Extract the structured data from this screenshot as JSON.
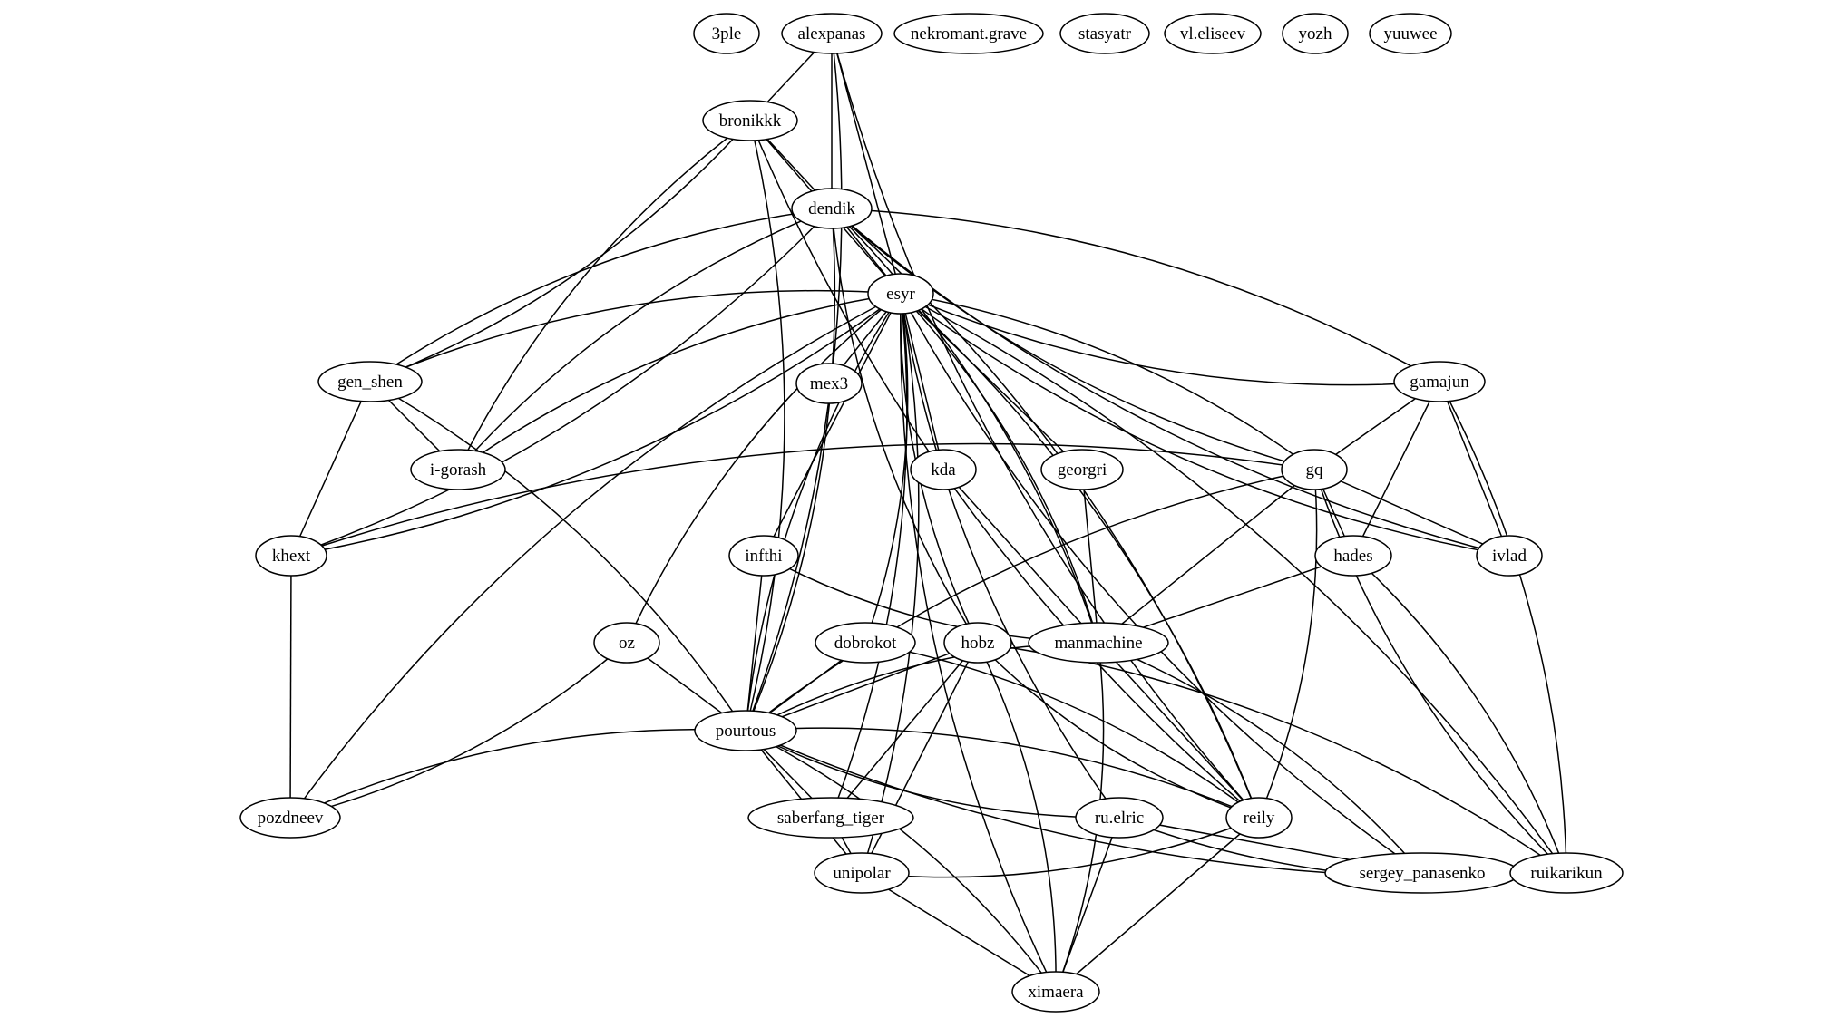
{
  "graph": {
    "type": "undirected",
    "line_color": "#000000",
    "node_fill": "#ffffff",
    "nodes": [
      {
        "id": "3ple",
        "label": "3ple"
      },
      {
        "id": "alexpanas",
        "label": "alexpanas"
      },
      {
        "id": "nekromant",
        "label": "nekromant.grave"
      },
      {
        "id": "stasyatr",
        "label": "stasyatr"
      },
      {
        "id": "vleliseev",
        "label": "vl.eliseev"
      },
      {
        "id": "yozh",
        "label": "yozh"
      },
      {
        "id": "yuuwee",
        "label": "yuuwee"
      },
      {
        "id": "bronikkk",
        "label": "bronikkk"
      },
      {
        "id": "dendik",
        "label": "dendik"
      },
      {
        "id": "esyr",
        "label": "esyr"
      },
      {
        "id": "gen_shen",
        "label": "gen_shen"
      },
      {
        "id": "mex3",
        "label": "mex3"
      },
      {
        "id": "gamajun",
        "label": "gamajun"
      },
      {
        "id": "i-gorash",
        "label": "i-gorash"
      },
      {
        "id": "kda",
        "label": "kda"
      },
      {
        "id": "georgri",
        "label": "georgri"
      },
      {
        "id": "gq",
        "label": "gq"
      },
      {
        "id": "khext",
        "label": "khext"
      },
      {
        "id": "infthi",
        "label": "infthi"
      },
      {
        "id": "hades",
        "label": "hades"
      },
      {
        "id": "ivlad",
        "label": "ivlad"
      },
      {
        "id": "oz",
        "label": "oz"
      },
      {
        "id": "dobrokot",
        "label": "dobrokot"
      },
      {
        "id": "hobz",
        "label": "hobz"
      },
      {
        "id": "manmachine",
        "label": "manmachine"
      },
      {
        "id": "pourtous",
        "label": "pourtous"
      },
      {
        "id": "pozdneev",
        "label": "pozdneev"
      },
      {
        "id": "saberfang_tiger",
        "label": "saberfang_tiger"
      },
      {
        "id": "ru.elric",
        "label": "ru.elric"
      },
      {
        "id": "reily",
        "label": "reily"
      },
      {
        "id": "unipolar",
        "label": "unipolar"
      },
      {
        "id": "sergey_panasenko",
        "label": "sergey_panasenko"
      },
      {
        "id": "ruikarikun",
        "label": "ruikarikun"
      },
      {
        "id": "ximaera",
        "label": "ximaera"
      }
    ],
    "edges": [
      [
        "alexpanas",
        "bronikkk"
      ],
      [
        "alexpanas",
        "dendik"
      ],
      [
        "alexpanas",
        "esyr"
      ],
      [
        "alexpanas",
        "pourtous"
      ],
      [
        "alexpanas",
        "reily"
      ],
      [
        "bronikkk",
        "dendik"
      ],
      [
        "bronikkk",
        "esyr"
      ],
      [
        "bronikkk",
        "gen_shen"
      ],
      [
        "bronikkk",
        "i-gorash"
      ],
      [
        "bronikkk",
        "pourtous"
      ],
      [
        "bronikkk",
        "reily"
      ],
      [
        "dendik",
        "esyr"
      ],
      [
        "dendik",
        "gen_shen"
      ],
      [
        "dendik",
        "khext"
      ],
      [
        "dendik",
        "i-gorash"
      ],
      [
        "dendik",
        "pourtous"
      ],
      [
        "dendik",
        "hobz"
      ],
      [
        "dendik",
        "manmachine"
      ],
      [
        "dendik",
        "gq"
      ],
      [
        "dendik",
        "gamajun"
      ],
      [
        "dendik",
        "ivlad"
      ],
      [
        "dendik",
        "reily"
      ],
      [
        "esyr",
        "gen_shen"
      ],
      [
        "esyr",
        "mex3"
      ],
      [
        "esyr",
        "i-gorash"
      ],
      [
        "esyr",
        "khext"
      ],
      [
        "esyr",
        "pozdneev"
      ],
      [
        "esyr",
        "unipolar"
      ],
      [
        "esyr",
        "kda"
      ],
      [
        "esyr",
        "georgri"
      ],
      [
        "esyr",
        "gamajun"
      ],
      [
        "esyr",
        "gq"
      ],
      [
        "esyr",
        "ivlad"
      ],
      [
        "esyr",
        "infthi"
      ],
      [
        "esyr",
        "oz"
      ],
      [
        "esyr",
        "dobrokot"
      ],
      [
        "esyr",
        "hobz"
      ],
      [
        "esyr",
        "manmachine"
      ],
      [
        "esyr",
        "pourtous"
      ],
      [
        "esyr",
        "saberfang_tiger"
      ],
      [
        "esyr",
        "ru.elric"
      ],
      [
        "esyr",
        "reily"
      ],
      [
        "esyr",
        "sergey_panasenko"
      ],
      [
        "esyr",
        "ruikarikun"
      ],
      [
        "esyr",
        "ximaera"
      ],
      [
        "gen_shen",
        "i-gorash"
      ],
      [
        "gen_shen",
        "khext"
      ],
      [
        "gen_shen",
        "pourtous"
      ],
      [
        "gamajun",
        "gq"
      ],
      [
        "gamajun",
        "hades"
      ],
      [
        "gamajun",
        "ivlad"
      ],
      [
        "gamajun",
        "ruikarikun"
      ],
      [
        "kda",
        "manmachine"
      ],
      [
        "georgri",
        "manmachine"
      ],
      [
        "gq",
        "khext"
      ],
      [
        "gq",
        "hades"
      ],
      [
        "gq",
        "ivlad"
      ],
      [
        "gq",
        "manmachine"
      ],
      [
        "gq",
        "pourtous"
      ],
      [
        "gq",
        "reily"
      ],
      [
        "gq",
        "ruikarikun"
      ],
      [
        "khext",
        "pozdneev"
      ],
      [
        "infthi",
        "manmachine"
      ],
      [
        "infthi",
        "pourtous"
      ],
      [
        "hades",
        "manmachine"
      ],
      [
        "hades",
        "ruikarikun"
      ],
      [
        "oz",
        "pourtous"
      ],
      [
        "oz",
        "pozdneev"
      ],
      [
        "dobrokot",
        "pourtous"
      ],
      [
        "dobrokot",
        "reily"
      ],
      [
        "hobz",
        "pourtous"
      ],
      [
        "hobz",
        "saberfang_tiger"
      ],
      [
        "hobz",
        "unipolar"
      ],
      [
        "hobz",
        "ximaera"
      ],
      [
        "hobz",
        "reily"
      ],
      [
        "hobz",
        "ruikarikun"
      ],
      [
        "manmachine",
        "pourtous"
      ],
      [
        "manmachine",
        "ximaera"
      ],
      [
        "manmachine",
        "reily"
      ],
      [
        "manmachine",
        "sergey_panasenko"
      ],
      [
        "pourtous",
        "pozdneev"
      ],
      [
        "pourtous",
        "saberfang_tiger"
      ],
      [
        "pourtous",
        "unipolar"
      ],
      [
        "pourtous",
        "ximaera"
      ],
      [
        "pourtous",
        "ru.elric"
      ],
      [
        "pourtous",
        "reily"
      ],
      [
        "pourtous",
        "ruikarikun"
      ],
      [
        "saberfang_tiger",
        "unipolar"
      ],
      [
        "ru.elric",
        "ximaera"
      ],
      [
        "ru.elric",
        "sergey_panasenko"
      ],
      [
        "ru.elric",
        "ruikarikun"
      ],
      [
        "reily",
        "unipolar"
      ],
      [
        "reily",
        "ximaera"
      ],
      [
        "unipolar",
        "ximaera"
      ]
    ]
  }
}
